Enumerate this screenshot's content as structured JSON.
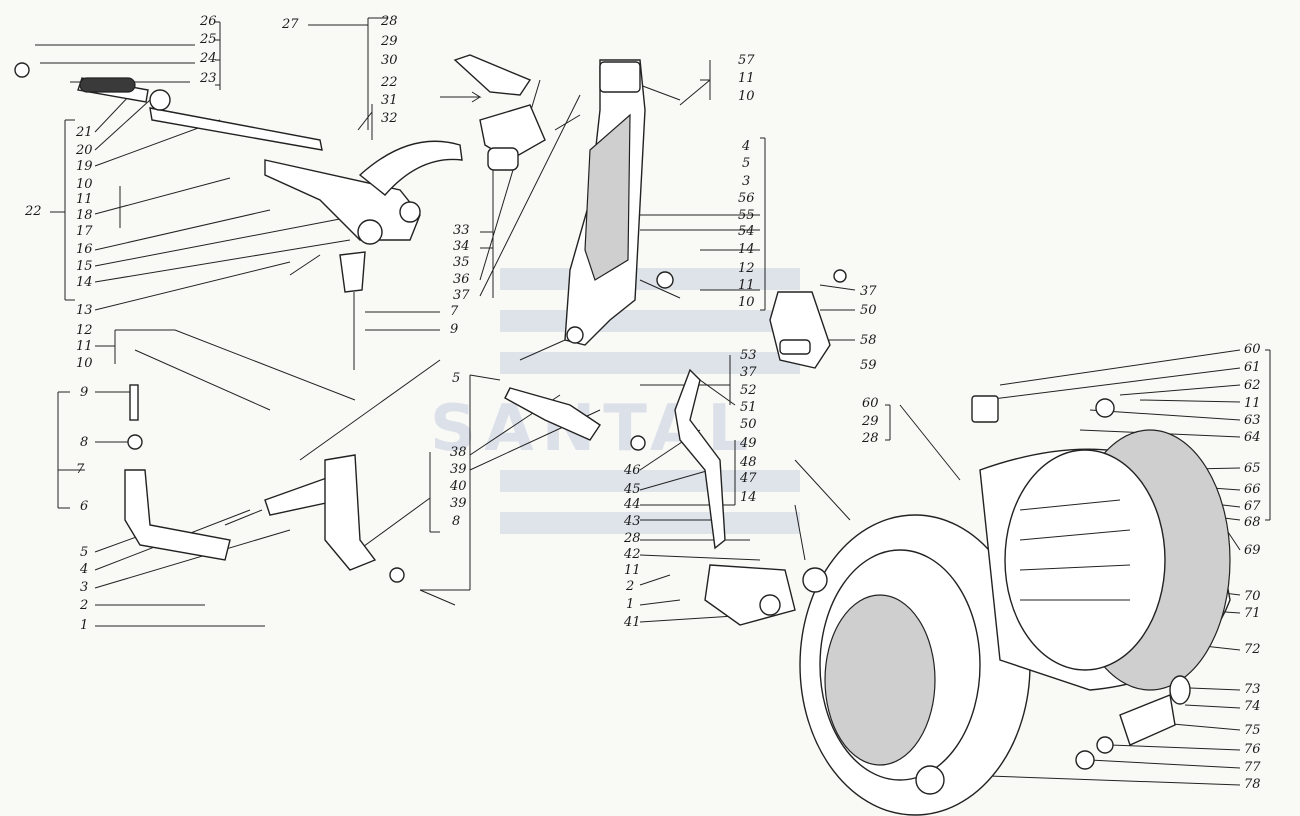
{
  "watermark": "SANTAL",
  "callouts": [
    {
      "id": "c1",
      "text": "26"
    },
    {
      "id": "c2",
      "text": "25"
    },
    {
      "id": "c3",
      "text": "24"
    },
    {
      "id": "c4",
      "text": "23"
    },
    {
      "id": "c5",
      "text": "27"
    },
    {
      "id": "c6",
      "text": "28"
    },
    {
      "id": "c7",
      "text": "29"
    },
    {
      "id": "c8",
      "text": "30"
    },
    {
      "id": "c9",
      "text": "22"
    },
    {
      "id": "c10",
      "text": "31"
    },
    {
      "id": "c11",
      "text": "32"
    },
    {
      "id": "c12",
      "text": "21"
    },
    {
      "id": "c13",
      "text": "20"
    },
    {
      "id": "c14",
      "text": "19"
    },
    {
      "id": "c15",
      "text": "10"
    },
    {
      "id": "c16",
      "text": "11"
    },
    {
      "id": "c17",
      "text": "18"
    },
    {
      "id": "c18",
      "text": "17"
    },
    {
      "id": "c19",
      "text": "22"
    },
    {
      "id": "c20",
      "text": "16"
    },
    {
      "id": "c21",
      "text": "15"
    },
    {
      "id": "c22",
      "text": "14"
    },
    {
      "id": "c23",
      "text": "13"
    },
    {
      "id": "c24",
      "text": "7"
    },
    {
      "id": "c25",
      "text": "9"
    },
    {
      "id": "c26",
      "text": "12"
    },
    {
      "id": "c27",
      "text": "11"
    },
    {
      "id": "c28",
      "text": "10"
    },
    {
      "id": "c29",
      "text": "9"
    },
    {
      "id": "c30",
      "text": "8"
    },
    {
      "id": "c31",
      "text": "7"
    },
    {
      "id": "c32",
      "text": "6"
    },
    {
      "id": "c33",
      "text": "5"
    },
    {
      "id": "c34",
      "text": "4"
    },
    {
      "id": "c35",
      "text": "3"
    },
    {
      "id": "c36",
      "text": "2"
    },
    {
      "id": "c37",
      "text": "1"
    },
    {
      "id": "c38",
      "text": "33"
    },
    {
      "id": "c39",
      "text": "34"
    },
    {
      "id": "c40",
      "text": "35"
    },
    {
      "id": "c41",
      "text": "36"
    },
    {
      "id": "c42",
      "text": "37"
    },
    {
      "id": "c43",
      "text": "57"
    },
    {
      "id": "c44",
      "text": "11"
    },
    {
      "id": "c45",
      "text": "10"
    },
    {
      "id": "c46",
      "text": "4"
    },
    {
      "id": "c47",
      "text": "5"
    },
    {
      "id": "c48",
      "text": "3"
    },
    {
      "id": "c49",
      "text": "56"
    },
    {
      "id": "c50",
      "text": "55"
    },
    {
      "id": "c51",
      "text": "54"
    },
    {
      "id": "c52",
      "text": "14"
    },
    {
      "id": "c53",
      "text": "12"
    },
    {
      "id": "c54",
      "text": "11"
    },
    {
      "id": "c55",
      "text": "10"
    },
    {
      "id": "c56",
      "text": "37"
    },
    {
      "id": "c57",
      "text": "50"
    },
    {
      "id": "c58",
      "text": "58"
    },
    {
      "id": "c59",
      "text": "59"
    },
    {
      "id": "c60",
      "text": "53"
    },
    {
      "id": "c61",
      "text": "37"
    },
    {
      "id": "c62",
      "text": "52"
    },
    {
      "id": "c63",
      "text": "51"
    },
    {
      "id": "c64",
      "text": "50"
    },
    {
      "id": "c65",
      "text": "49"
    },
    {
      "id": "c66",
      "text": "48"
    },
    {
      "id": "c67",
      "text": "47"
    },
    {
      "id": "c68",
      "text": "14"
    },
    {
      "id": "c69",
      "text": "5"
    },
    {
      "id": "c70",
      "text": "38"
    },
    {
      "id": "c71",
      "text": "39"
    },
    {
      "id": "c72",
      "text": "40"
    },
    {
      "id": "c73",
      "text": "39"
    },
    {
      "id": "c74",
      "text": "8"
    },
    {
      "id": "c75",
      "text": "46"
    },
    {
      "id": "c76",
      "text": "45"
    },
    {
      "id": "c77",
      "text": "44"
    },
    {
      "id": "c78",
      "text": "43"
    },
    {
      "id": "c79",
      "text": "28"
    },
    {
      "id": "c80",
      "text": "42"
    },
    {
      "id": "c81",
      "text": "11"
    },
    {
      "id": "c82",
      "text": "2"
    },
    {
      "id": "c83",
      "text": "1"
    },
    {
      "id": "c84",
      "text": "41"
    },
    {
      "id": "c85",
      "text": "60"
    },
    {
      "id": "c86",
      "text": "29"
    },
    {
      "id": "c87",
      "text": "28"
    },
    {
      "id": "c88",
      "text": "60"
    },
    {
      "id": "c89",
      "text": "61"
    },
    {
      "id": "c90",
      "text": "62"
    },
    {
      "id": "c91",
      "text": "11"
    },
    {
      "id": "c92",
      "text": "63"
    },
    {
      "id": "c93",
      "text": "64"
    },
    {
      "id": "c94",
      "text": "65"
    },
    {
      "id": "c95",
      "text": "66"
    },
    {
      "id": "c96",
      "text": "67"
    },
    {
      "id": "c97",
      "text": "68"
    },
    {
      "id": "c98",
      "text": "69"
    },
    {
      "id": "c99",
      "text": "70"
    },
    {
      "id": "c100",
      "text": "71"
    },
    {
      "id": "c101",
      "text": "72"
    },
    {
      "id": "c102",
      "text": "73"
    },
    {
      "id": "c103",
      "text": "74"
    },
    {
      "id": "c104",
      "text": "75"
    },
    {
      "id": "c105",
      "text": "76"
    },
    {
      "id": "c106",
      "text": "77"
    },
    {
      "id": "c107",
      "text": "78"
    }
  ]
}
